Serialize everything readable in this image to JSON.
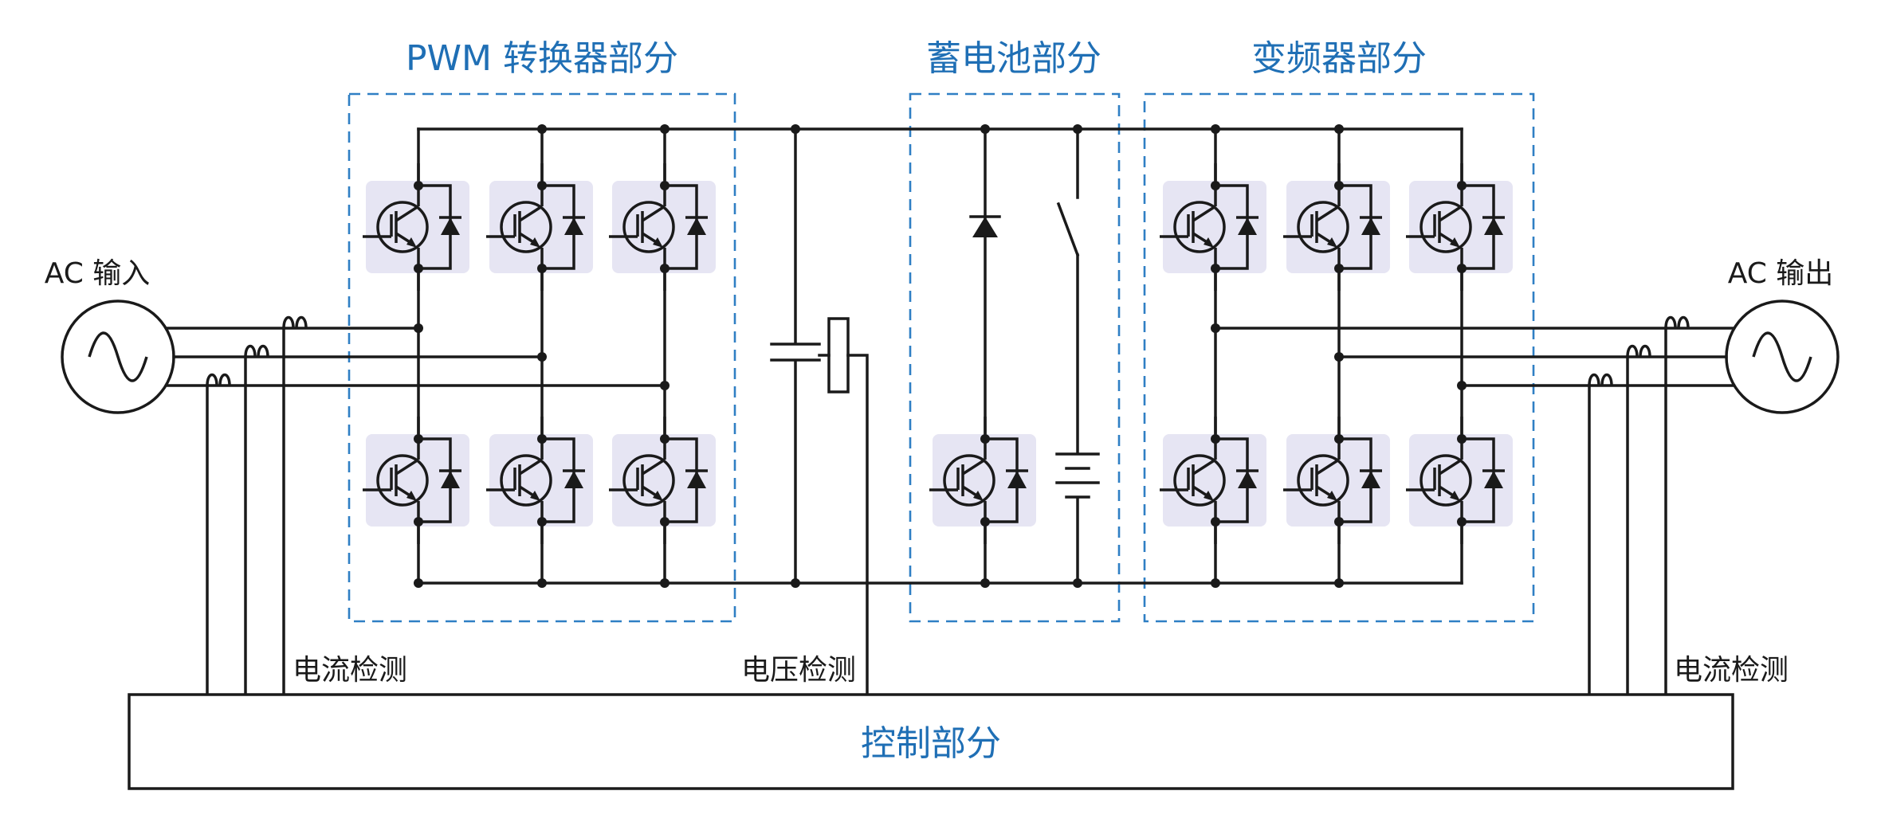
{
  "sections": {
    "pwm_converter": "PWM 转换器部分",
    "battery": "蓄电池部分",
    "inverter": "变频器部分",
    "control": "控制部分"
  },
  "labels": {
    "ac_input": "AC 输入",
    "ac_output": "AC 输出",
    "current_sense_left": "电流检测",
    "voltage_sense": "电压检测",
    "current_sense_right": "电流检测"
  },
  "colors": {
    "section_title": "#1f6fb5",
    "section_border": "#2f7fc4",
    "igbt_background": "#e6e5f3",
    "wire": "#1a1a1a"
  }
}
